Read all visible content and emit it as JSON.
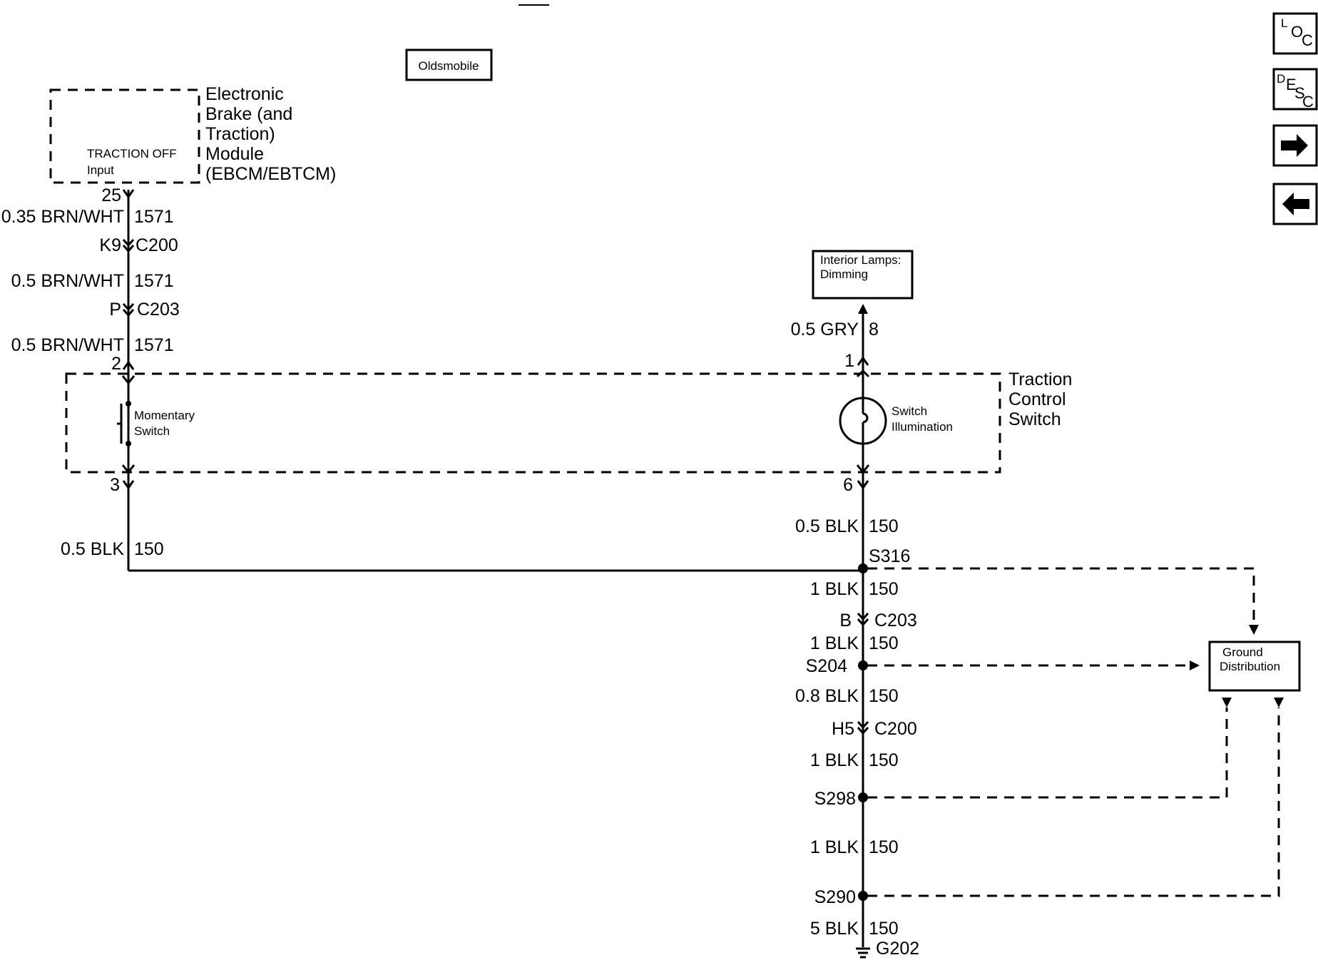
{
  "badge": "Oldsmobile",
  "ebcm": {
    "input_line1": "TRACTION OFF",
    "input_line2": "Input",
    "name_lines": [
      "Electronic",
      "Brake (and",
      "Traction)",
      "Module",
      "(EBCM/EBTCM)"
    ]
  },
  "left_circuit": {
    "pin_top": "25",
    "wire1_gauge": "0.35 BRN/WHT",
    "wire1_circuit": "1571",
    "conn1_pin": "K9",
    "conn1_name": "C200",
    "wire2_gauge": "0.5 BRN/WHT",
    "wire2_circuit": "1571",
    "conn2_pin": "P",
    "conn2_name": "C203",
    "wire3_gauge": "0.5 BRN/WHT",
    "wire3_circuit": "1571",
    "switch_pin_top": "2",
    "switch_pin_bottom": "3",
    "momentary_line1": "Momentary",
    "momentary_line2": "Switch",
    "ground_gauge": "0.5 BLK",
    "ground_circuit": "150"
  },
  "traction_switch": {
    "name_lines": [
      "Traction",
      "Control",
      "Switch"
    ],
    "illum_line1": "Switch",
    "illum_line2": "Illumination",
    "pin_top": "1",
    "pin_bottom": "6"
  },
  "interior_lamps": {
    "line1": "Interior Lamps:",
    "line2": "Dimming",
    "wire_gauge": "0.5 GRY",
    "wire_circuit": "8"
  },
  "right_circuit": {
    "w1_gauge": "0.5 BLK",
    "w1_circuit": "150",
    "splice1": "S316",
    "w2_gauge": "1 BLK",
    "w2_circuit": "150",
    "conn1_pin": "B",
    "conn1_name": "C203",
    "w3_gauge": "1 BLK",
    "w3_circuit": "150",
    "splice2": "S204",
    "w4_gauge": "0.8 BLK",
    "w4_circuit": "150",
    "conn2_pin": "H5",
    "conn2_name": "C200",
    "w5_gauge": "1 BLK",
    "w5_circuit": "150",
    "splice3": "S298",
    "w6_gauge": "1 BLK",
    "w6_circuit": "150",
    "splice4": "S290",
    "w7_gauge": "5 BLK",
    "w7_circuit": "150",
    "ground": "G202"
  },
  "ground_distribution": {
    "line1": "Ground",
    "line2": "Distribution"
  },
  "nav": {
    "loc_letters": [
      "L",
      "O",
      "C"
    ],
    "desc_letters": [
      "D",
      "E",
      "S",
      "C"
    ],
    "forward_icon": "arrow-right-icon",
    "back_icon": "arrow-left-icon"
  }
}
